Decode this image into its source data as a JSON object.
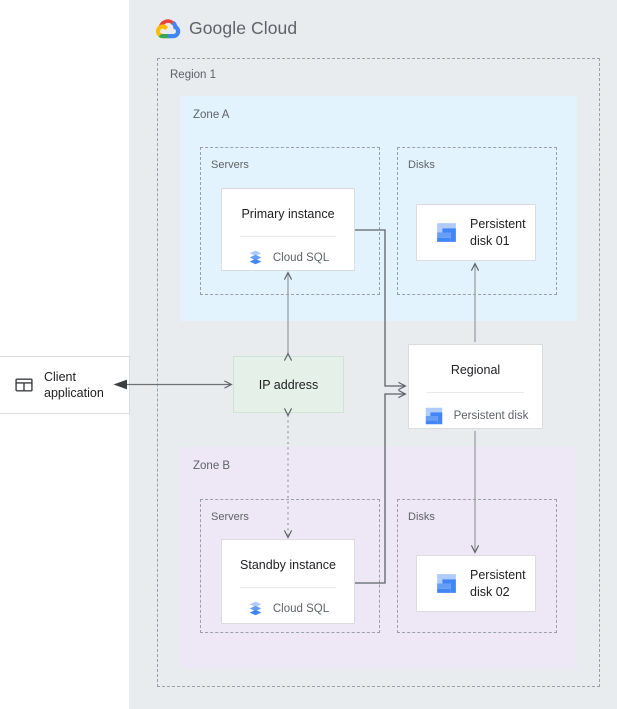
{
  "brand": {
    "logo_text_bold": "Google",
    "logo_text_light": "Cloud",
    "logo_icon": "google-cloud-logo-icon",
    "colors": {
      "blue": "#4285F4",
      "red": "#EA4335",
      "yellow": "#FBBC04",
      "green": "#34A853",
      "text_gray": "#5f6368",
      "zone_a_bg": "#e3f3fd",
      "zone_b_bg": "#ede7f6",
      "ip_bg": "#e4f0e8",
      "canvas_bg": "#e8ecee",
      "dash_border": "#9aa0a6",
      "card_border": "#dadce0",
      "disk_icon_light": "#AECBFA",
      "disk_icon_dark": "#4285F4",
      "sql_icon": "#5E97F6"
    }
  },
  "region": {
    "label": "Region 1"
  },
  "zones": [
    {
      "id": "zone-a",
      "label": "Zone A",
      "groups": [
        {
          "id": "servers",
          "label": "Servers"
        },
        {
          "id": "disks",
          "label": "Disks"
        }
      ],
      "server_card": {
        "title": "Primary instance",
        "service_label": "Cloud SQL",
        "service_icon": "cloud-sql-icon"
      },
      "disk_card": {
        "label_line1": "Persistent",
        "label_line2": "disk 01",
        "icon": "persistent-disk-icon"
      }
    },
    {
      "id": "zone-b",
      "label": "Zone B",
      "groups": [
        {
          "id": "servers",
          "label": "Servers"
        },
        {
          "id": "disks",
          "label": "Disks"
        }
      ],
      "server_card": {
        "title": "Standby instance",
        "service_label": "Cloud SQL",
        "service_icon": "cloud-sql-icon"
      },
      "disk_card": {
        "label_line1": "Persistent",
        "label_line2": "disk 02",
        "icon": "persistent-disk-icon"
      }
    }
  ],
  "regional_disk_card": {
    "title": "Regional",
    "service_label": "Persistent disk",
    "service_icon": "persistent-disk-icon"
  },
  "ip_address": {
    "label": "IP address"
  },
  "client": {
    "label_line1": "Client",
    "label_line2": "application",
    "icon": "browser-window-icon"
  },
  "connectors": [
    {
      "id": "client-to-ip",
      "style": "solid",
      "arrows": "both"
    },
    {
      "id": "ip-to-primary",
      "style": "solid",
      "arrows": "both"
    },
    {
      "id": "ip-to-standby",
      "style": "dotted",
      "arrows": "both"
    },
    {
      "id": "primary-to-regional",
      "style": "solid",
      "arrows": "end"
    },
    {
      "id": "standby-to-regional",
      "style": "solid",
      "arrows": "end"
    },
    {
      "id": "regional-to-disk01",
      "style": "solid",
      "arrows": "end"
    },
    {
      "id": "regional-to-disk02",
      "style": "solid",
      "arrows": "end"
    }
  ]
}
